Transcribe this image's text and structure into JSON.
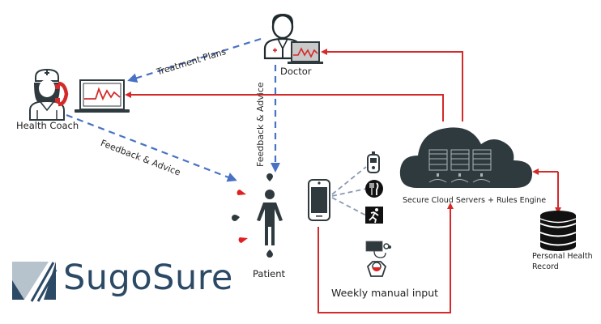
{
  "nodes": {
    "health_coach": "Health Coach",
    "doctor": "Doctor",
    "patient": "Patient",
    "cloud": "Secure Cloud Servers + Rules Engine",
    "phr_line1": "Personal Health",
    "phr_line2": "Record",
    "weekly_input": "Weekly manual input"
  },
  "edges": {
    "treatment_plans": "Treatment Plans",
    "coach_feedback": "Feedback & Advice",
    "doctor_feedback": "Feedback & Advice"
  },
  "devices": [
    "glucose-meter-icon",
    "fork-knife-icon",
    "running-icon",
    "blood-pressure-cuff-icon",
    "weight-scale-icon"
  ],
  "logo": {
    "name": "SugoSure"
  },
  "colors": {
    "data_flow": "#d42a2a",
    "advice_flow": "#4a72c4",
    "device_link": "#8a9ab0",
    "icon_dark": "#2f3a3f",
    "logo_dark": "#2c4a66",
    "logo_light": "#b7c3cc"
  }
}
